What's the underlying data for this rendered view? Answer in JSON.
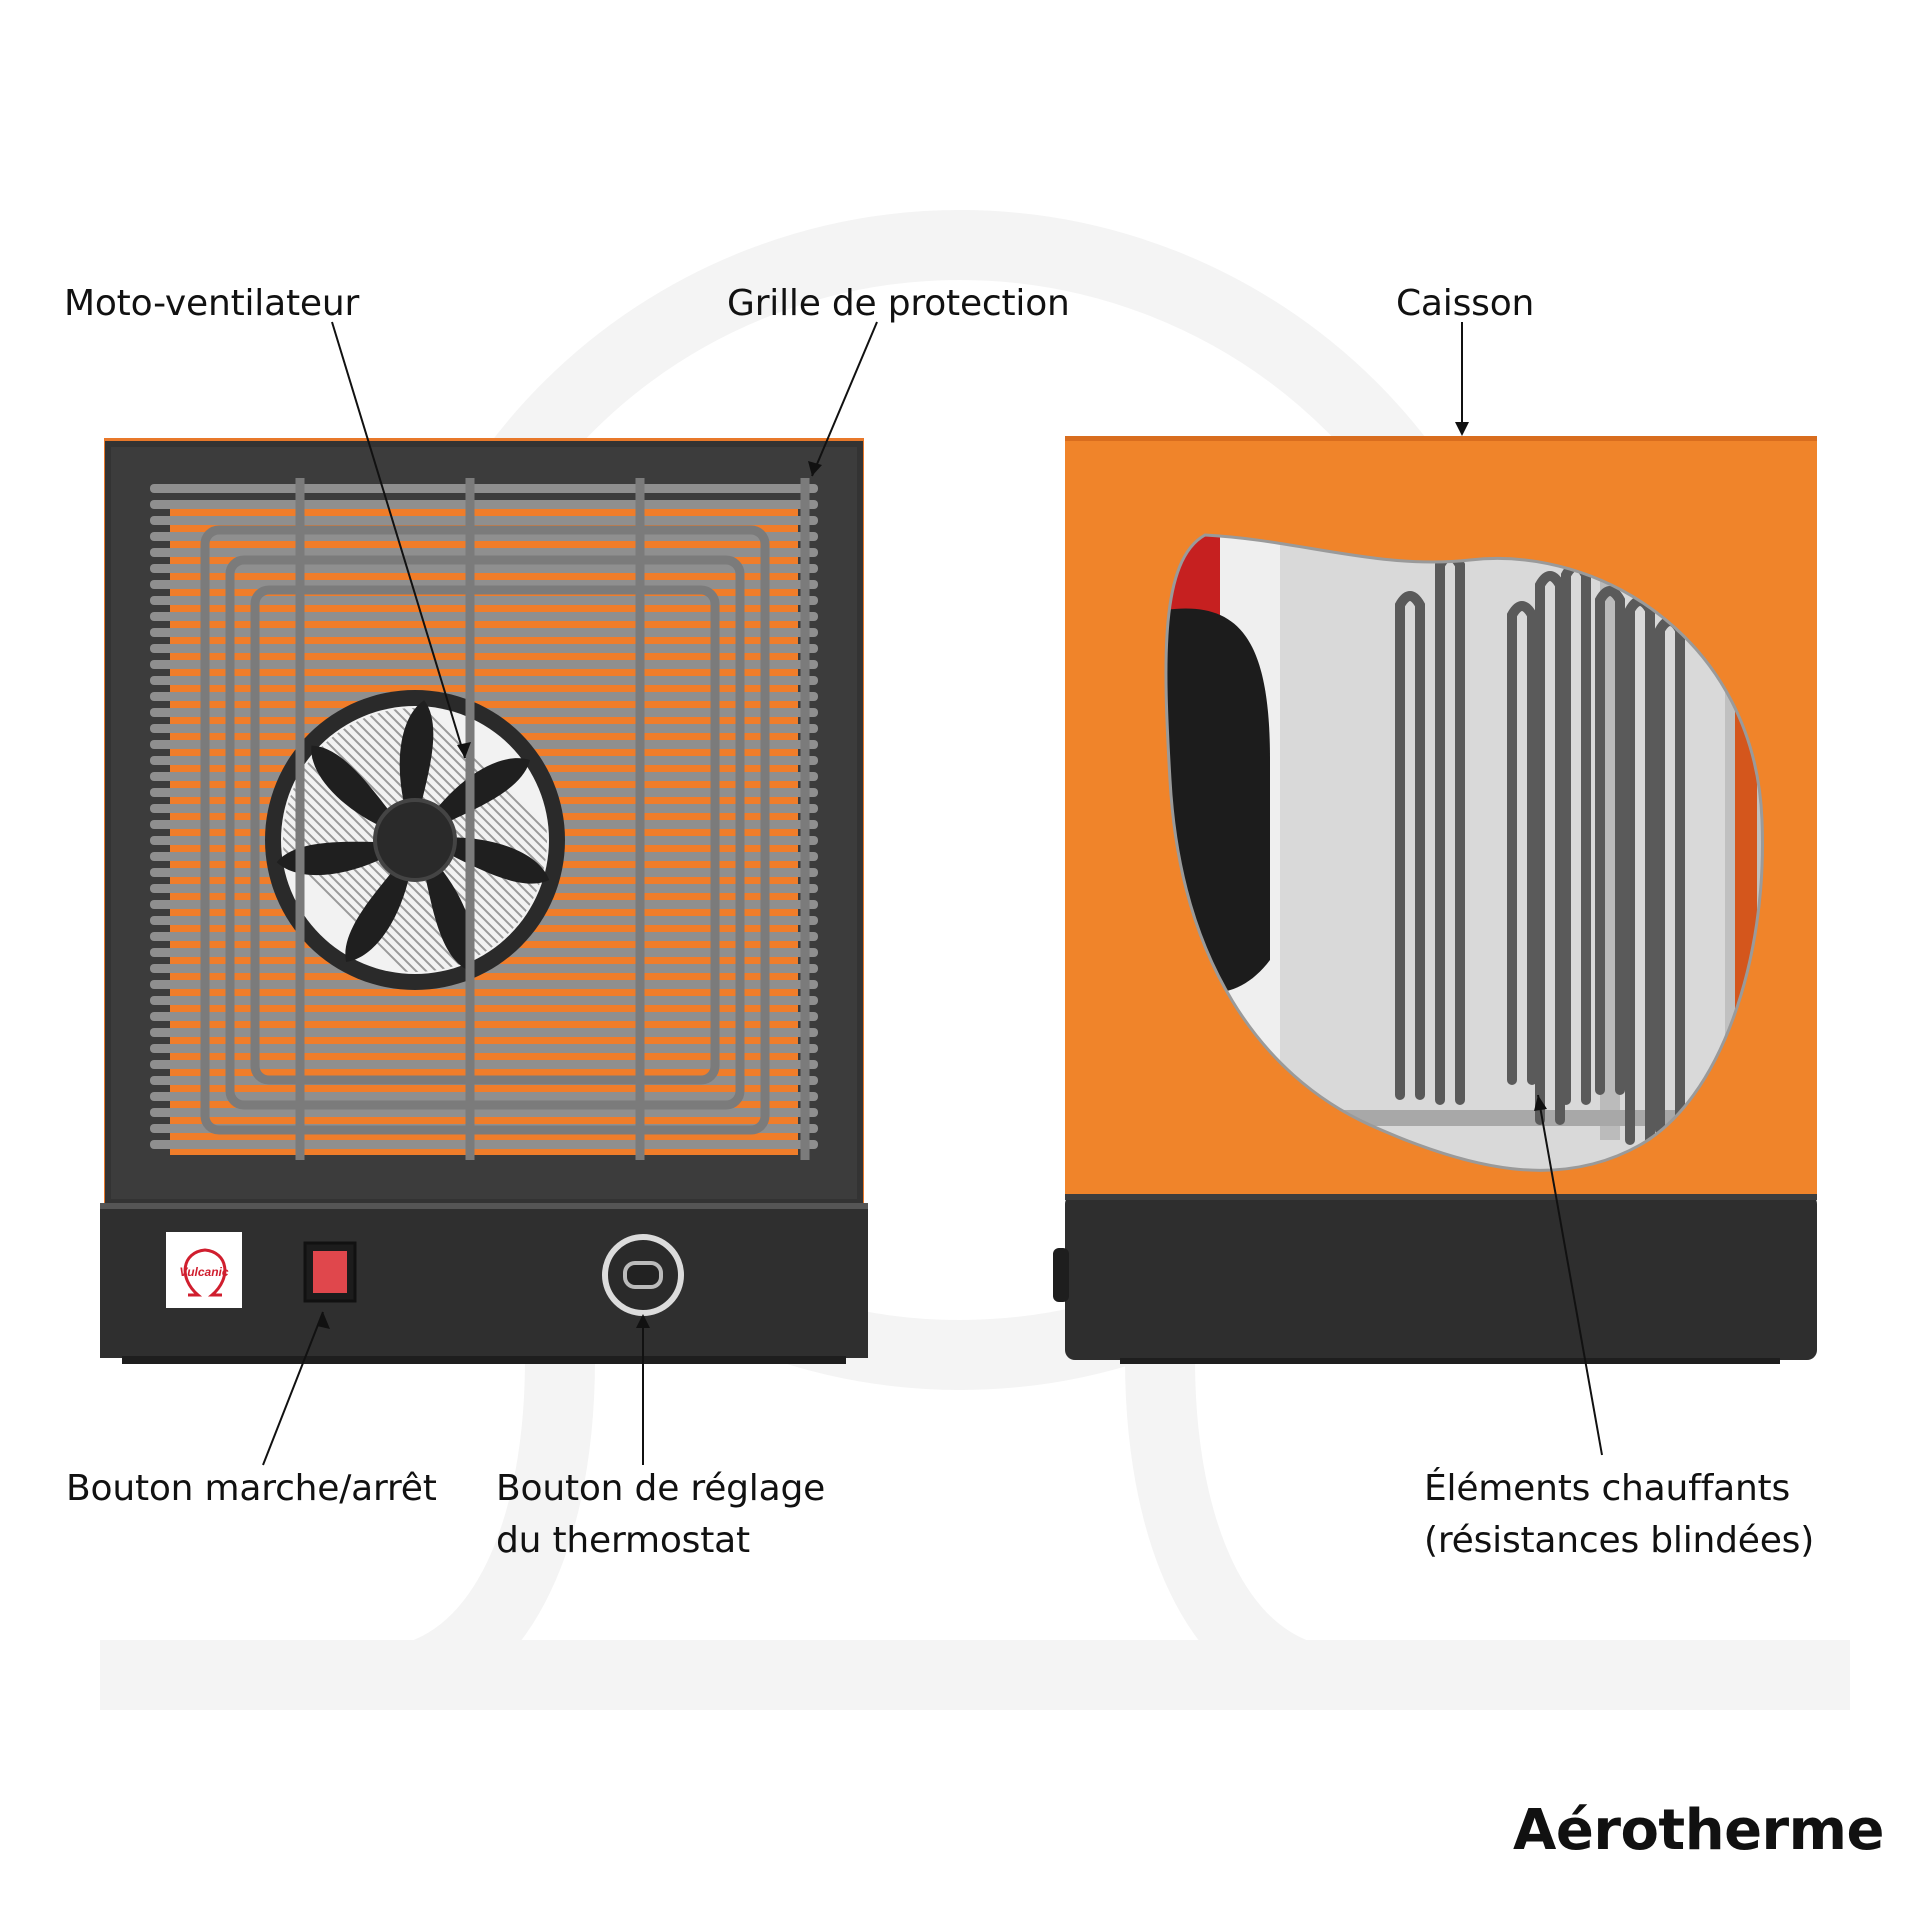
{
  "title": "Aérotherme",
  "brand": {
    "logo_text": "Vulcanic"
  },
  "labels": {
    "motor_fan": "Moto-ventilateur",
    "protection_grille": "Grille de protection",
    "casing": "Caisson",
    "power_switch": "Bouton marche/arrêt",
    "thermostat_line1": "Bouton de réglage",
    "thermostat_line2": "du thermostat",
    "heating_line1": "Éléments chauffants",
    "heating_line2": "(résistances blindées)"
  },
  "colors": {
    "housing_orange": "#f0842a",
    "housing_dark": "#3a3a3a",
    "base_dark": "#2e2e2e",
    "grille_grey": "#8c8c8c",
    "switch_red": "#e0474c",
    "interior_grey": "#d8d8d8",
    "watermark": "#f4f4f4"
  }
}
